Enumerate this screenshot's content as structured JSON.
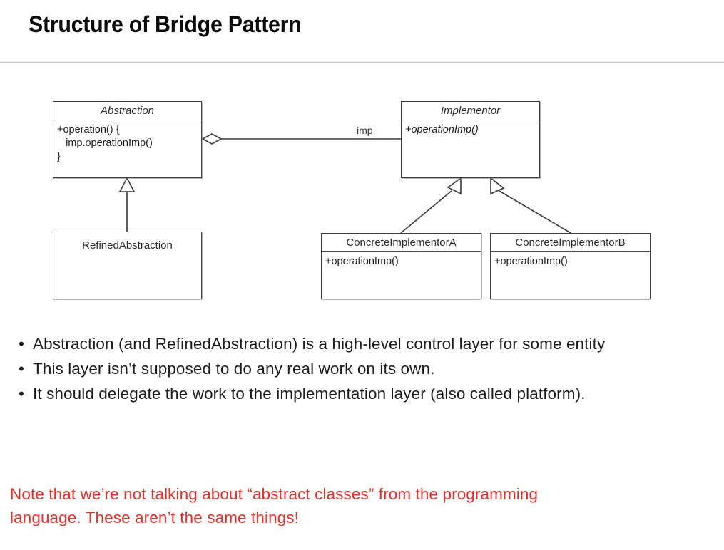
{
  "slide": {
    "title": "Structure of Bridge Pattern"
  },
  "diagram": {
    "type": "uml-class-diagram",
    "classes": [
      {
        "id": "abstraction",
        "name": "Abstraction",
        "name_italic": true,
        "has_divider": true,
        "members": "+operation() {\n   imp.operationImp()\n}",
        "members_italic": false
      },
      {
        "id": "refined-abstraction",
        "name": "RefinedAbstraction",
        "name_italic": false,
        "has_divider": false,
        "members": "",
        "members_italic": false
      },
      {
        "id": "implementor",
        "name": "Implementor",
        "name_italic": true,
        "has_divider": true,
        "members": "+operationImp()",
        "members_italic": true
      },
      {
        "id": "concrete-implementor-a",
        "name": "ConcreteImplementorA",
        "name_italic": false,
        "has_divider": true,
        "members": "+operationImp()",
        "members_italic": false
      },
      {
        "id": "concrete-implementor-b",
        "name": "ConcreteImplementorB",
        "name_italic": false,
        "has_divider": true,
        "members": "+operationImp()",
        "members_italic": false
      }
    ],
    "relations": [
      {
        "id": "aggregation",
        "from": "abstraction",
        "to": "implementor",
        "kind": "aggregation",
        "label": "imp"
      },
      {
        "id": "generalization-refined",
        "from": "refined-abstraction",
        "to": "abstraction",
        "kind": "generalization",
        "label": ""
      },
      {
        "id": "generalization-a",
        "from": "concrete-implementor-a",
        "to": "implementor",
        "kind": "generalization",
        "label": ""
      },
      {
        "id": "generalization-b",
        "from": "concrete-implementor-b",
        "to": "implementor",
        "kind": "generalization",
        "label": ""
      }
    ]
  },
  "bullets": [
    {
      "marker": "•",
      "text": "Abstraction (and RefinedAbstraction) is a high-level control layer for some entity"
    },
    {
      "marker": "•",
      "text": "This layer isn’t supposed to do any real work on its own."
    },
    {
      "marker": "•",
      "text": "It should delegate the work to the implementation layer (also called platform)."
    }
  ],
  "note": {
    "color": "#e8312a",
    "line1": "Note that we’re not talking about “abstract classes” from the programming",
    "line2": "language. These aren’t the same things!"
  }
}
